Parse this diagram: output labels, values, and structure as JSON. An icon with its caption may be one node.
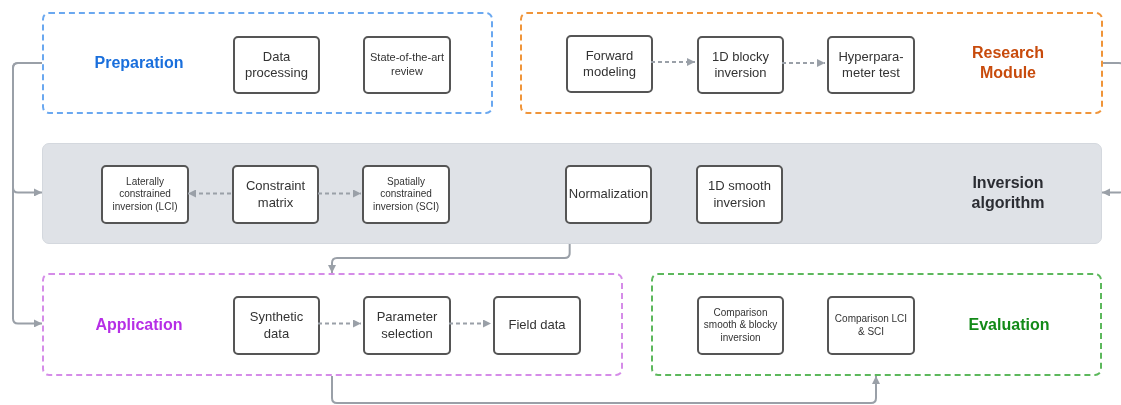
{
  "diagram": {
    "nodes": [
      {
        "text": [
          "Preparation"
        ]
      },
      {
        "text": [
          "Data processing"
        ],
        "in": 0
      },
      {
        "text": [
          "State-of-the-art review"
        ],
        "in": 0
      },
      {
        "text": [
          "Research Module"
        ]
      },
      {
        "text": [
          "Forward modeling"
        ],
        "in": 3
      },
      {
        "text": [
          "1D blocky inversion"
        ],
        "in": 3
      },
      {
        "text": [
          "Hyperpara-meter test"
        ],
        "in": 3
      },
      {
        "text": [
          "Inversion algorithm"
        ]
      },
      {
        "text": [
          "Laterally constrained inversion (LCI)"
        ],
        "in": 7
      },
      {
        "text": [
          "Constraint matrix"
        ],
        "in": 7
      },
      {
        "text": [
          "Spatially constrained inversion (SCI)"
        ],
        "in": 7
      },
      {
        "text": [
          "Normalization"
        ],
        "in": 7
      },
      {
        "text": [
          "1D smooth inversion"
        ],
        "in": 7
      },
      {
        "text": [
          "Application"
        ]
      },
      {
        "text": [
          "Synthetic data"
        ],
        "in": 13
      },
      {
        "text": [
          "Parameter selection"
        ],
        "in": 13
      },
      {
        "text": [
          "Field data"
        ],
        "in": 13
      },
      {
        "text": [
          "Evaluation"
        ]
      },
      {
        "text": [
          "Comparison smooth & blocky inversion"
        ],
        "in": 17
      },
      {
        "text": [
          "Comparison LCI & SCI"
        ],
        "in": 17
      }
    ],
    "edges": [
      {
        "from": 4,
        "to": 5,
        "arrow": "to",
        "style": "dashed"
      },
      {
        "from": 5,
        "to": 6,
        "arrow": "to",
        "style": "dashed"
      },
      {
        "from": 9,
        "to": 8,
        "arrow": "to",
        "style": "dashed"
      },
      {
        "from": 9,
        "to": 10,
        "arrow": "to",
        "style": "dashed"
      },
      {
        "from": 14,
        "to": 15,
        "arrow": "to",
        "style": "dashed"
      },
      {
        "from": 15,
        "to": 16,
        "arrow": "to",
        "style": "dashed"
      },
      {
        "from": 0,
        "to": 7,
        "arrow": "to"
      },
      {
        "from": 0,
        "to": 13,
        "arrow": "to"
      },
      {
        "from": 3,
        "to": 7,
        "arrow": "to"
      },
      {
        "from": 7,
        "to": 13,
        "arrow": "to"
      },
      {
        "from": 13,
        "to": 17,
        "arrow": "to"
      }
    ]
  }
}
